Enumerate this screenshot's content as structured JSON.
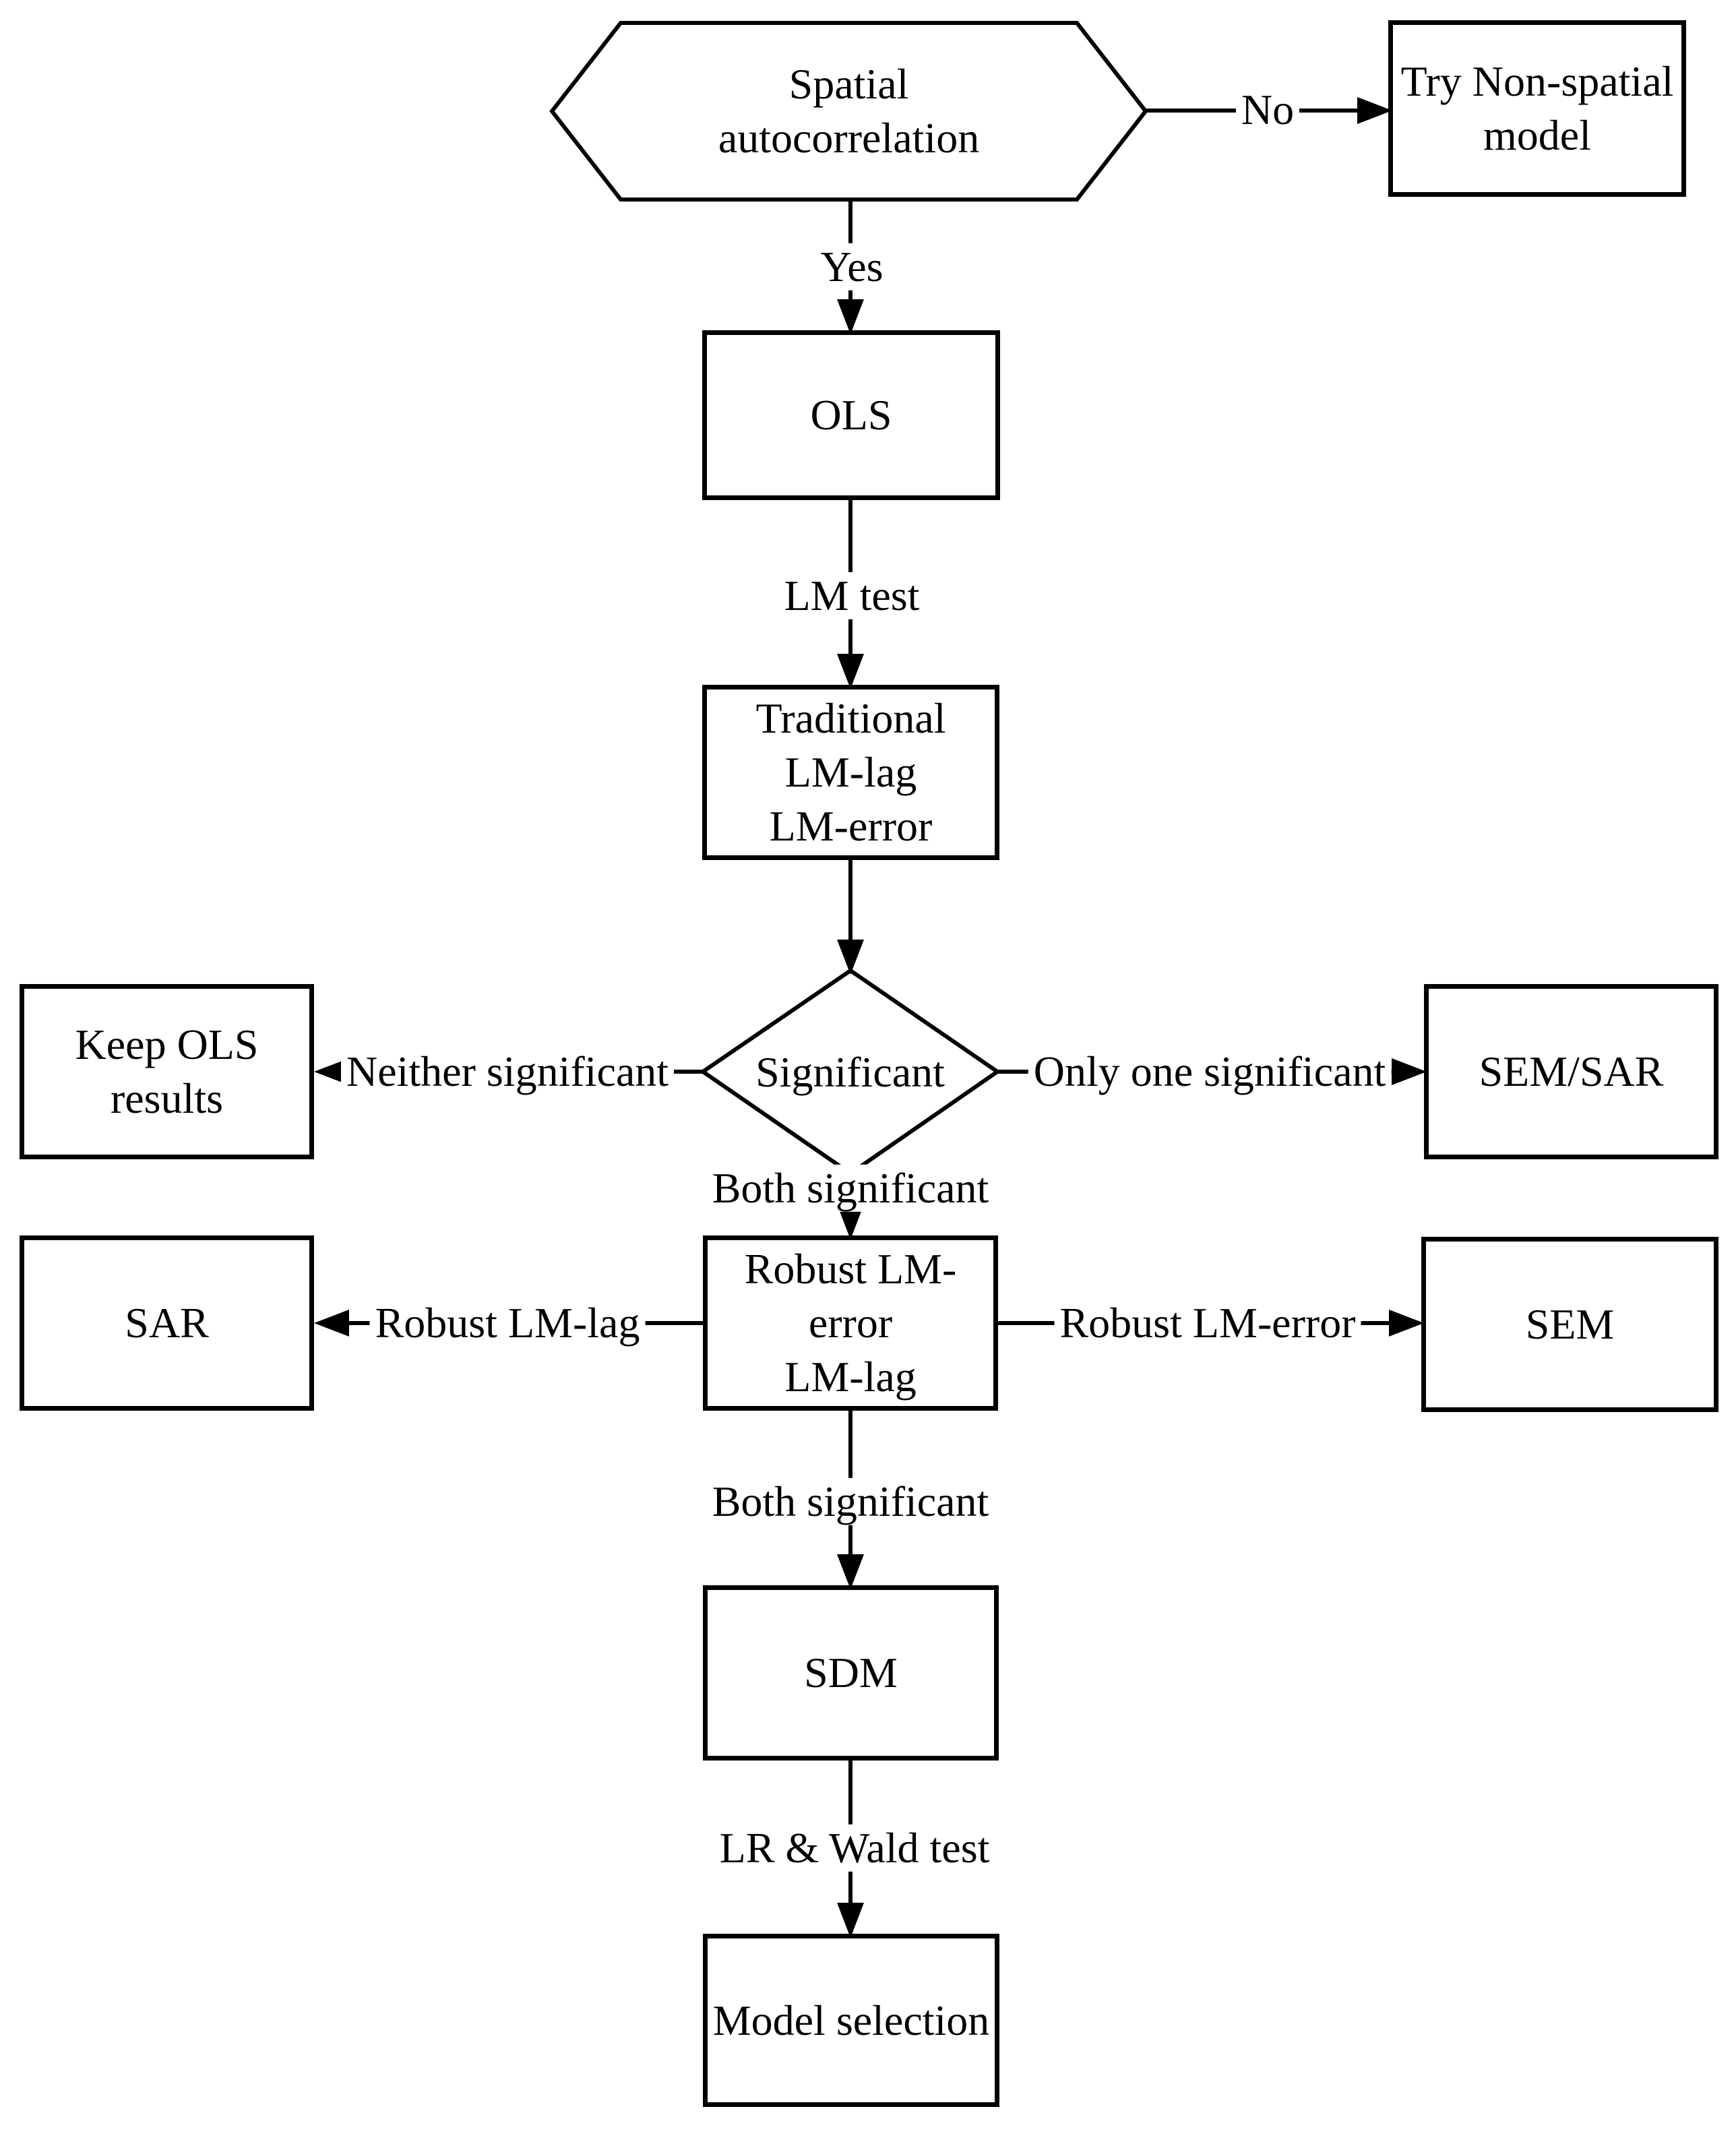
{
  "colors": {
    "line": "#000000",
    "background": "#ffffff",
    "text": "#000000"
  },
  "nodes": {
    "spatial_autocorrelation": {
      "shape": "hexagon",
      "lines": [
        "Spatial",
        "autocorrelation"
      ]
    },
    "try_non_spatial": {
      "shape": "rect",
      "lines": [
        "Try Non-spatial",
        "model"
      ]
    },
    "ols": {
      "shape": "rect",
      "label": "OLS"
    },
    "traditional_lm": {
      "shape": "rect",
      "lines": [
        "Traditional",
        "LM-lag",
        "LM-error"
      ]
    },
    "significant": {
      "shape": "diamond",
      "label": "Significant"
    },
    "keep_ols": {
      "shape": "rect",
      "lines": [
        "Keep OLS",
        "results"
      ]
    },
    "sem_sar": {
      "shape": "rect",
      "label": "SEM/SAR"
    },
    "robust_lm": {
      "shape": "rect",
      "lines": [
        "Robust LM-",
        "error",
        "LM-lag"
      ]
    },
    "sar": {
      "shape": "rect",
      "label": "SAR"
    },
    "sem": {
      "shape": "rect",
      "label": "SEM"
    },
    "sdm": {
      "shape": "rect",
      "label": "SDM"
    },
    "model_selection": {
      "shape": "rect",
      "label": "Model selection"
    }
  },
  "edges": {
    "no": {
      "label": "No",
      "from": "spatial_autocorrelation",
      "to": "try_non_spatial"
    },
    "yes": {
      "label": "Yes",
      "from": "spatial_autocorrelation",
      "to": "ols"
    },
    "lm_test": {
      "label": "LM test",
      "from": "ols",
      "to": "traditional_lm"
    },
    "to_significant": {
      "label": "",
      "from": "traditional_lm",
      "to": "significant"
    },
    "neither_significant": {
      "label": "Neither significant",
      "from": "significant",
      "to": "keep_ols"
    },
    "only_one_significant": {
      "label": "Only one significant",
      "from": "significant",
      "to": "sem_sar"
    },
    "both_significant_1": {
      "label": "Both significant",
      "from": "significant",
      "to": "robust_lm"
    },
    "robust_lm_lag": {
      "label": "Robust LM-lag",
      "from": "robust_lm",
      "to": "sar"
    },
    "robust_lm_error": {
      "label": "Robust LM-error",
      "from": "robust_lm",
      "to": "sem"
    },
    "both_significant_2": {
      "label": "Both significant",
      "from": "robust_lm",
      "to": "sdm"
    },
    "lr_wald_test": {
      "label": "LR & Wald test",
      "from": "sdm",
      "to": "model_selection"
    }
  }
}
